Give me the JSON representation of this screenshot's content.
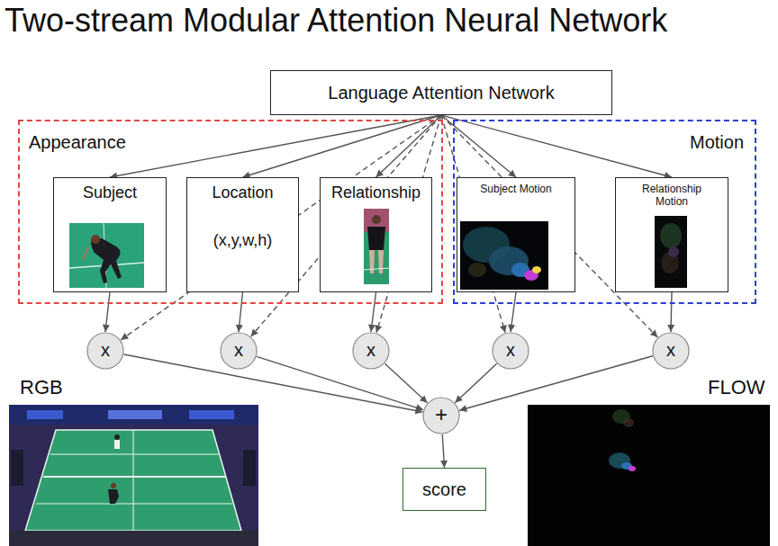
{
  "diagram": {
    "title": "Two-stream Modular Attention Neural Network",
    "nodes": [
      {
        "text": [
          "Language Attention Network"
        ]
      },
      {
        "text": [
          "Appearance"
        ]
      },
      {
        "text": [
          "Subject"
        ],
        "in": 1
      },
      {
        "text": [
          "Location",
          "(x,y,w,h)"
        ],
        "in": 1
      },
      {
        "text": [
          "Relationship"
        ],
        "in": 1
      },
      {
        "text": [
          "Motion"
        ]
      },
      {
        "text": [
          "Subject Motion"
        ],
        "in": 5
      },
      {
        "text": [
          "Relationship Motion"
        ],
        "in": 5
      },
      {
        "text": [
          "x"
        ]
      },
      {
        "text": [
          "x"
        ]
      },
      {
        "text": [
          "x"
        ]
      },
      {
        "text": [
          "x"
        ]
      },
      {
        "text": [
          "x"
        ]
      },
      {
        "text": [
          "+"
        ]
      },
      {
        "text": [
          "score"
        ]
      }
    ],
    "edges": [
      {
        "from": 0,
        "to": 2,
        "arrow": "to"
      },
      {
        "from": 0,
        "to": 3,
        "arrow": "to"
      },
      {
        "from": 0,
        "to": 4,
        "arrow": "to"
      },
      {
        "from": 0,
        "to": 6,
        "arrow": "to"
      },
      {
        "from": 0,
        "to": 7,
        "arrow": "to"
      },
      {
        "from": 0,
        "to": 8,
        "arrow": "to"
      },
      {
        "from": 0,
        "to": 9,
        "arrow": "to"
      },
      {
        "from": 0,
        "to": 10,
        "arrow": "to"
      },
      {
        "from": 0,
        "to": 11,
        "arrow": "to"
      },
      {
        "from": 0,
        "to": 12,
        "arrow": "to"
      },
      {
        "from": 2,
        "to": 8,
        "arrow": "to"
      },
      {
        "from": 3,
        "to": 9,
        "arrow": "to"
      },
      {
        "from": 4,
        "to": 10,
        "arrow": "to"
      },
      {
        "from": 6,
        "to": 11,
        "arrow": "to"
      },
      {
        "from": 7,
        "to": 12,
        "arrow": "to"
      },
      {
        "from": 8,
        "to": 13,
        "arrow": "to"
      },
      {
        "from": 9,
        "to": 13,
        "arrow": "to"
      },
      {
        "from": 10,
        "to": 13,
        "arrow": "to"
      },
      {
        "from": 11,
        "to": 13,
        "arrow": "to"
      },
      {
        "from": 12,
        "to": 13,
        "arrow": "to"
      },
      {
        "from": 13,
        "to": 14,
        "arrow": "to"
      }
    ],
    "labels": [
      "RGB",
      "FLOW"
    ]
  }
}
